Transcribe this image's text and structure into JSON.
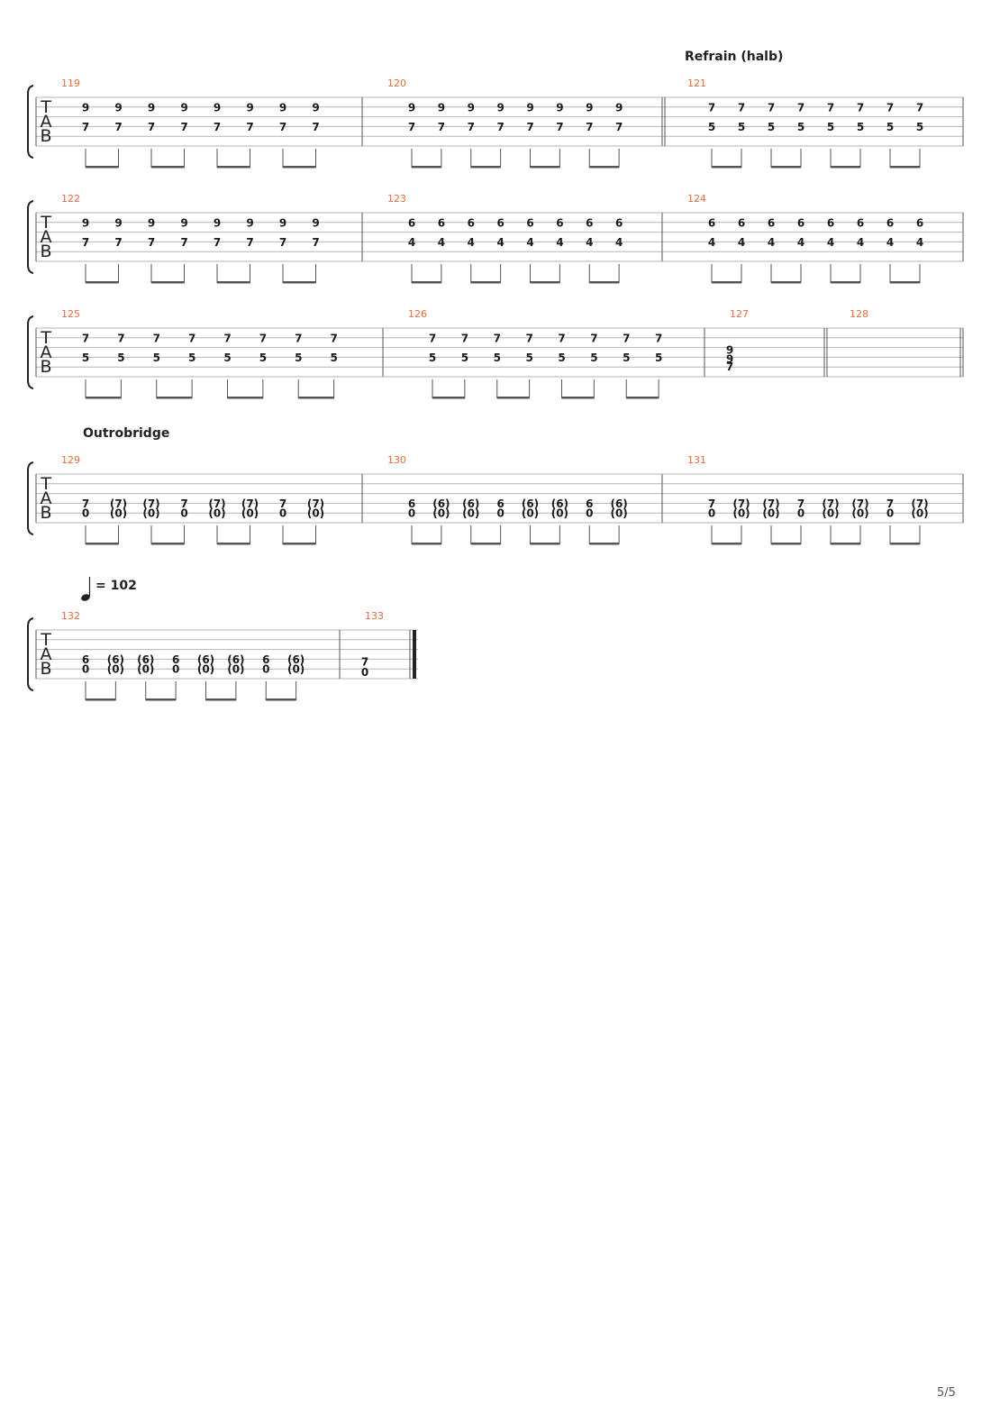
{
  "page_number": "5/5",
  "tab_clef": [
    "T",
    "A",
    "B"
  ],
  "tempo_marking": {
    "symbol": "♩",
    "text": "= 102"
  },
  "section_labels": [
    "Refrain (halb)",
    "Outrobridge"
  ],
  "systems": [
    {
      "measures": [
        {
          "number": "119",
          "rows": [
            [
              "9",
              "9",
              "9",
              "9",
              "9",
              "9",
              "9",
              "9"
            ],
            null,
            [
              "7",
              "7",
              "7",
              "7",
              "7",
              "7",
              "7",
              "7"
            ]
          ]
        },
        {
          "number": "120",
          "rows": [
            [
              "9",
              "9",
              "9",
              "9",
              "9",
              "9",
              "9",
              "9"
            ],
            null,
            [
              "7",
              "7",
              "7",
              "7",
              "7",
              "7",
              "7",
              "7"
            ]
          ]
        },
        {
          "number": "121",
          "section": "Refrain (halb)",
          "double_bar_start": true,
          "rows": [
            [
              "7",
              "7",
              "7",
              "7",
              "7",
              "7",
              "7",
              "7"
            ],
            null,
            [
              "5",
              "5",
              "5",
              "5",
              "5",
              "5",
              "5",
              "5"
            ]
          ]
        }
      ]
    },
    {
      "measures": [
        {
          "number": "122",
          "rows": [
            [
              "9",
              "9",
              "9",
              "9",
              "9",
              "9",
              "9",
              "9"
            ],
            null,
            [
              "7",
              "7",
              "7",
              "7",
              "7",
              "7",
              "7",
              "7"
            ]
          ]
        },
        {
          "number": "123",
          "rows": [
            [
              "6",
              "6",
              "6",
              "6",
              "6",
              "6",
              "6",
              "6"
            ],
            null,
            [
              "4",
              "4",
              "4",
              "4",
              "4",
              "4",
              "4",
              "4"
            ]
          ]
        },
        {
          "number": "124",
          "rows": [
            [
              "6",
              "6",
              "6",
              "6",
              "6",
              "6",
              "6",
              "6"
            ],
            null,
            [
              "4",
              "4",
              "4",
              "4",
              "4",
              "4",
              "4",
              "4"
            ]
          ]
        }
      ]
    },
    {
      "measures": [
        {
          "number": "125",
          "rows": [
            [
              "7",
              "7",
              "7",
              "7",
              "7",
              "7",
              "7",
              "7"
            ],
            null,
            [
              "5",
              "5",
              "5",
              "5",
              "5",
              "5",
              "5",
              "5"
            ]
          ]
        },
        {
          "number": "126",
          "rows": [
            [
              "7",
              "7",
              "7",
              "7",
              "7",
              "7",
              "7",
              "7"
            ],
            null,
            [
              "5",
              "5",
              "5",
              "5",
              "5",
              "5",
              "5",
              "5"
            ]
          ]
        },
        {
          "number": "127",
          "chord": [
            "9",
            "9",
            "7"
          ]
        },
        {
          "number": "128",
          "double_bar_start": true,
          "empty": true
        }
      ]
    },
    {
      "section": "Outrobridge",
      "measures": [
        {
          "number": "129",
          "rows": [
            [
              "7",
              "(7)",
              "(7)",
              "7",
              "(7)",
              "(7)",
              "7",
              "(7)"
            ],
            [
              "0",
              "(0)",
              "(0)",
              "0",
              "(0)",
              "(0)",
              "0",
              "(0)"
            ]
          ]
        },
        {
          "number": "130",
          "rows": [
            [
              "6",
              "(6)",
              "(6)",
              "6",
              "(6)",
              "(6)",
              "6",
              "(6)"
            ],
            [
              "0",
              "(0)",
              "(0)",
              "0",
              "(0)",
              "(0)",
              "0",
              "(0)"
            ]
          ]
        },
        {
          "number": "131",
          "rows": [
            [
              "7",
              "(7)",
              "(7)",
              "7",
              "(7)",
              "(7)",
              "7",
              "(7)"
            ],
            [
              "0",
              "(0)",
              "(0)",
              "0",
              "(0)",
              "(0)",
              "0",
              "(0)"
            ]
          ]
        }
      ]
    },
    {
      "tempo": true,
      "measures": [
        {
          "number": "132",
          "rows": [
            [
              "6",
              "(6)",
              "(6)",
              "6",
              "(6)",
              "(6)",
              "6",
              "(6)"
            ],
            [
              "0",
              "(0)",
              "(0)",
              "0",
              "(0)",
              "(0)",
              "0",
              "(0)"
            ]
          ]
        },
        {
          "number": "133",
          "chord": [
            "7",
            "0"
          ],
          "final_bar": true
        }
      ]
    }
  ]
}
